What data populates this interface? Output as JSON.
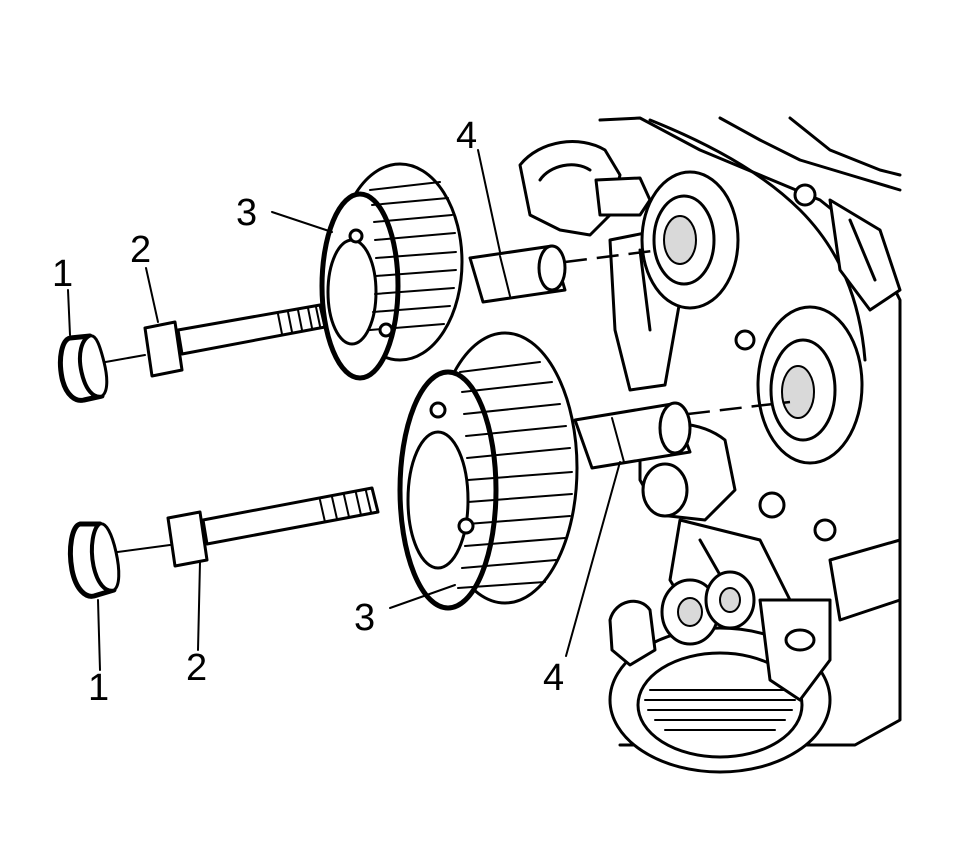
{
  "callouts": {
    "upper_1": "1",
    "upper_2": "2",
    "upper_3": "3",
    "upper_4": "4",
    "lower_1": "1",
    "lower_2": "2",
    "lower_3": "3",
    "lower_4": "4"
  },
  "colors": {
    "line": "#000000",
    "background": "#ffffff",
    "shade": "#d9d9d9"
  }
}
